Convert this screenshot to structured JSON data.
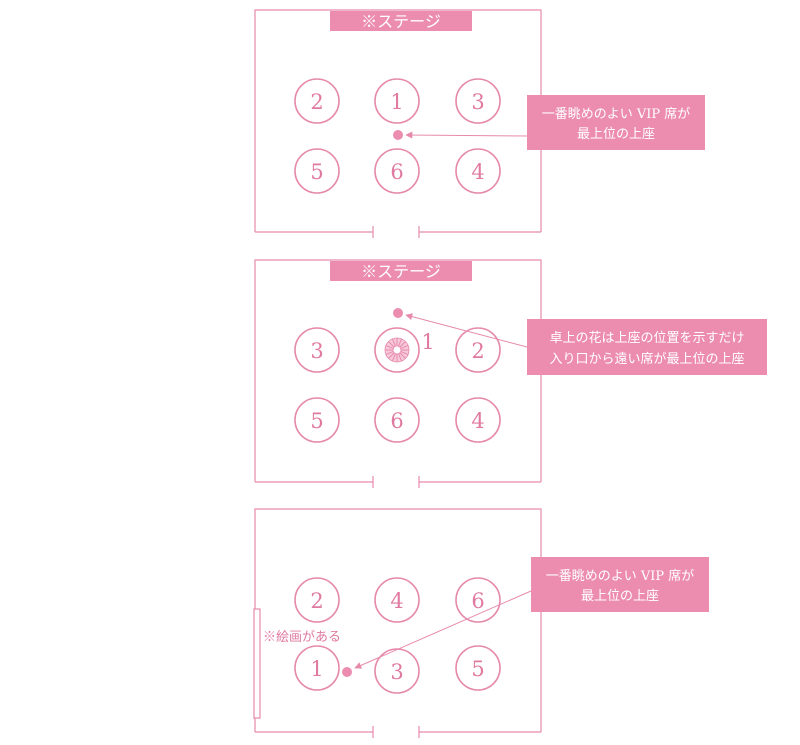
{
  "colors": {
    "line": "#e68aac",
    "fill": "#ec8db0",
    "text_on_fill": "#ffffff",
    "seat_text": "#e07aa0",
    "flower_center": "#e9b8c8"
  },
  "panels": [
    {
      "stage_label": "※ステージ",
      "seats": {
        "top_row": [
          "2",
          "1",
          "3"
        ],
        "bottom_row": [
          "5",
          "6",
          "4"
        ]
      },
      "note_lines": [
        "一番眺めのよい VIP 席が",
        "最上位の上座"
      ]
    },
    {
      "stage_label": "※ステージ",
      "seats": {
        "top_row": [
          "3",
          "",
          "2"
        ],
        "bottom_row": [
          "5",
          "6",
          "4"
        ]
      },
      "center_flower_icon": "flower-icon",
      "flower_seat_label": "1",
      "note_lines": [
        "卓上の花は上座の位置を示すだけ",
        "入り口から遠い席が最上位の上座"
      ]
    },
    {
      "painting_label": "※絵画がある",
      "seats": {
        "top_row": [
          "2",
          "4",
          "6"
        ],
        "bottom_row": [
          "1",
          "3",
          "5"
        ]
      },
      "note_lines": [
        "一番眺めのよい VIP 席が",
        "最上位の上座"
      ]
    }
  ]
}
